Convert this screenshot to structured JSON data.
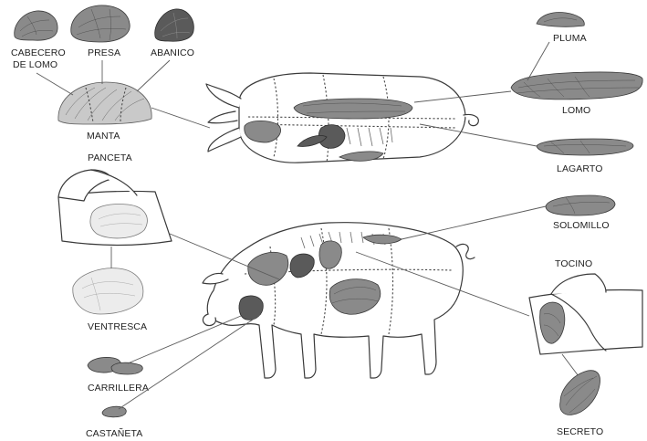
{
  "labels": {
    "cabecero": "CABECERO",
    "de_lomo": "DE LOMO",
    "presa": "PRESA",
    "abanico": "ABANICO",
    "manta": "MANTA",
    "panceta": "PANCETA",
    "ventresca": "VENTRESCA",
    "carrillera": "CARRILLERA",
    "castaneta": "CASTAÑETA",
    "pluma": "PLUMA",
    "lomo": "LOMO",
    "lagarto": "LAGARTO",
    "solomillo": "SOLOMILLO",
    "tocino": "TOCINO",
    "secreto": "SECRETO"
  },
  "colors": {
    "text": "#1f1f1f",
    "leader": "#5c5c5c",
    "outline": "#3a3a3a",
    "meat_dark": "#5a5a5a",
    "meat_mid": "#8a8a8a",
    "meat_light": "#c9c9c9"
  }
}
